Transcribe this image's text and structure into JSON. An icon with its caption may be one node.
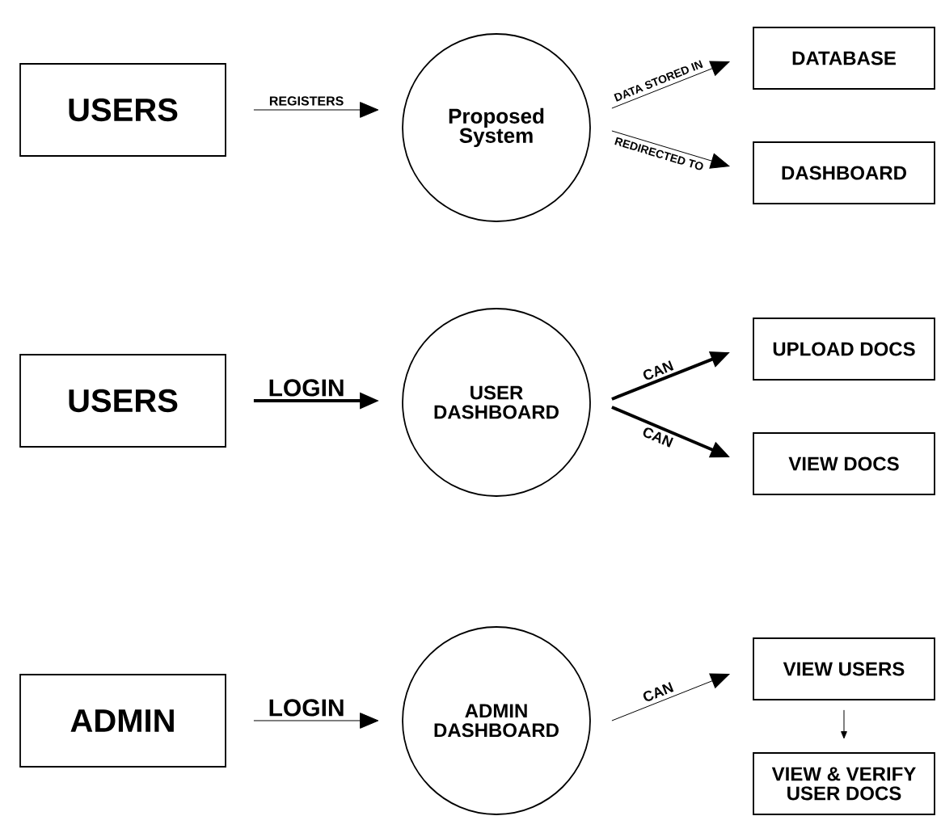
{
  "diagram": {
    "nodes": [
      {
        "text": [
          "USERS"
        ]
      },
      {
        "text": [
          "Proposed System"
        ]
      },
      {
        "text": [
          "DATABASE"
        ]
      },
      {
        "text": [
          "DASHBOARD"
        ]
      },
      {
        "text": [
          "USERS"
        ]
      },
      {
        "text": [
          "USER DASHBOARD"
        ]
      },
      {
        "text": [
          "UPLOAD DOCS"
        ]
      },
      {
        "text": [
          "VIEW DOCS"
        ]
      },
      {
        "text": [
          "ADMIN"
        ]
      },
      {
        "text": [
          "ADMIN DASHBOARD"
        ]
      },
      {
        "text": [
          "VIEW USERS"
        ]
      },
      {
        "text": [
          "VIEW & VERIFY USER DOCS"
        ]
      }
    ],
    "edges": [
      {
        "from": 0,
        "to": 1,
        "arrow": "to",
        "label": "REGISTERS"
      },
      {
        "from": 1,
        "to": 2,
        "arrow": "to",
        "label": "DATA STORED IN"
      },
      {
        "from": 1,
        "to": 3,
        "arrow": "to",
        "label": "REDIRECTED TO"
      },
      {
        "from": 4,
        "to": 5,
        "arrow": "to",
        "label": "LOGIN",
        "style": "thick"
      },
      {
        "from": 5,
        "to": 6,
        "arrow": "to",
        "label": "CAN",
        "style": "thick"
      },
      {
        "from": 5,
        "to": 7,
        "arrow": "to",
        "label": "CAN",
        "style": "thick"
      },
      {
        "from": 8,
        "to": 9,
        "arrow": "to",
        "label": "LOGIN"
      },
      {
        "from": 9,
        "to": 10,
        "arrow": "to",
        "label": "CAN"
      },
      {
        "from": 10,
        "to": 11,
        "arrow": "to"
      }
    ]
  }
}
